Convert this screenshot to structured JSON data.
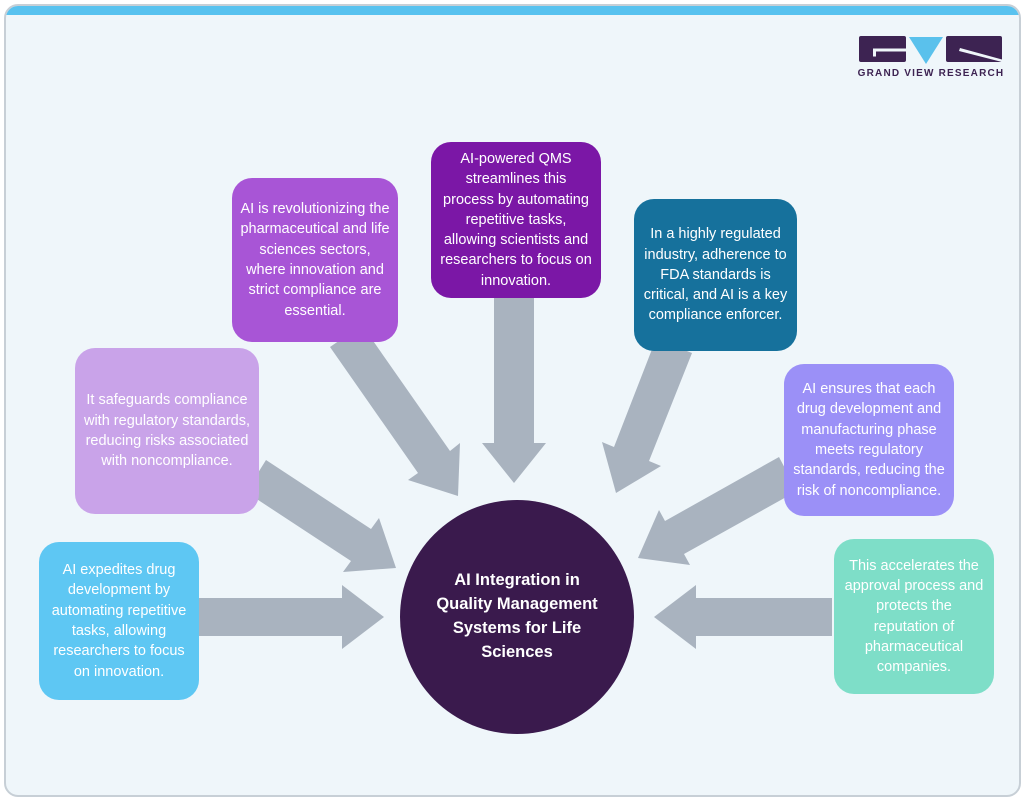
{
  "brand": {
    "name": "GRAND VIEW RESEARCH",
    "logo_dark_color": "#3d2352",
    "logo_accent_color": "#5ac1ec",
    "text_color": "#3d2352"
  },
  "theme": {
    "background": "#eff6fa",
    "top_bar_color": "#58c2ef",
    "arrow_color": "#a9b3bf",
    "frame_border_color": "#c7cfd6"
  },
  "diagram": {
    "type": "hub-and-spoke",
    "center": {
      "title": "AI Integration in Quality Management Systems for Life Sciences",
      "color": "#3a1a4d",
      "text_color": "#ffffff"
    },
    "nodes": [
      {
        "id": "safeguards",
        "text": "It safeguards compliance with regulatory standards, reducing risks associated with noncompliance.",
        "color": "#c9a3e9"
      },
      {
        "id": "revolutionizing",
        "text": "AI is revolutionizing the pharmaceutical and life sciences sectors, where innovation and strict compliance are essential.",
        "color": "#a855d6"
      },
      {
        "id": "qms",
        "text": "AI-powered QMS streamlines this process by automating repetitive tasks, allowing scientists and researchers to focus on innovation.",
        "color": "#7b17a6"
      },
      {
        "id": "fda",
        "text": "In a highly regulated industry, adherence to FDA standards is critical, and AI is a key compliance enforcer.",
        "color": "#16719c"
      },
      {
        "id": "ensures",
        "text": "AI ensures that each drug development and manufacturing phase meets regulatory standards, reducing the risk of noncompliance.",
        "color": "#9b90f7"
      },
      {
        "id": "expedites",
        "text": "AI expedites drug development by automating repetitive tasks, allowing researchers to focus on innovation.",
        "color": "#5ec7f3"
      },
      {
        "id": "accelerates",
        "text": "This accelerates the approval process and protects the reputation of pharmaceutical companies.",
        "color": "#7edec8"
      }
    ]
  }
}
